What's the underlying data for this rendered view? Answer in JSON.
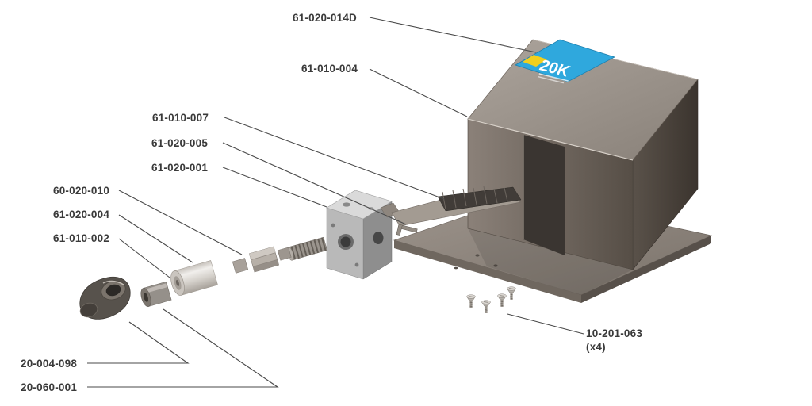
{
  "callouts": [
    {
      "label": "61-020-014D"
    },
    {
      "label": "61-010-004"
    },
    {
      "label": "61-010-007"
    },
    {
      "label": "61-020-005"
    },
    {
      "label": "61-020-001"
    },
    {
      "label": "60-020-010"
    },
    {
      "label": "61-020-004"
    },
    {
      "label": "61-010-002"
    },
    {
      "label": "20-004-098"
    },
    {
      "label": "20-060-001"
    },
    {
      "label": "10-201-063",
      "qty": "(x4)"
    }
  ],
  "sticker": {
    "headline": "20K",
    "color": "#2fa8dd",
    "accent": "#f2cf1d"
  },
  "colors": {
    "label_text": "#3a3a3a",
    "leader_line": "#4a4a4a",
    "background": "#ffffff"
  }
}
